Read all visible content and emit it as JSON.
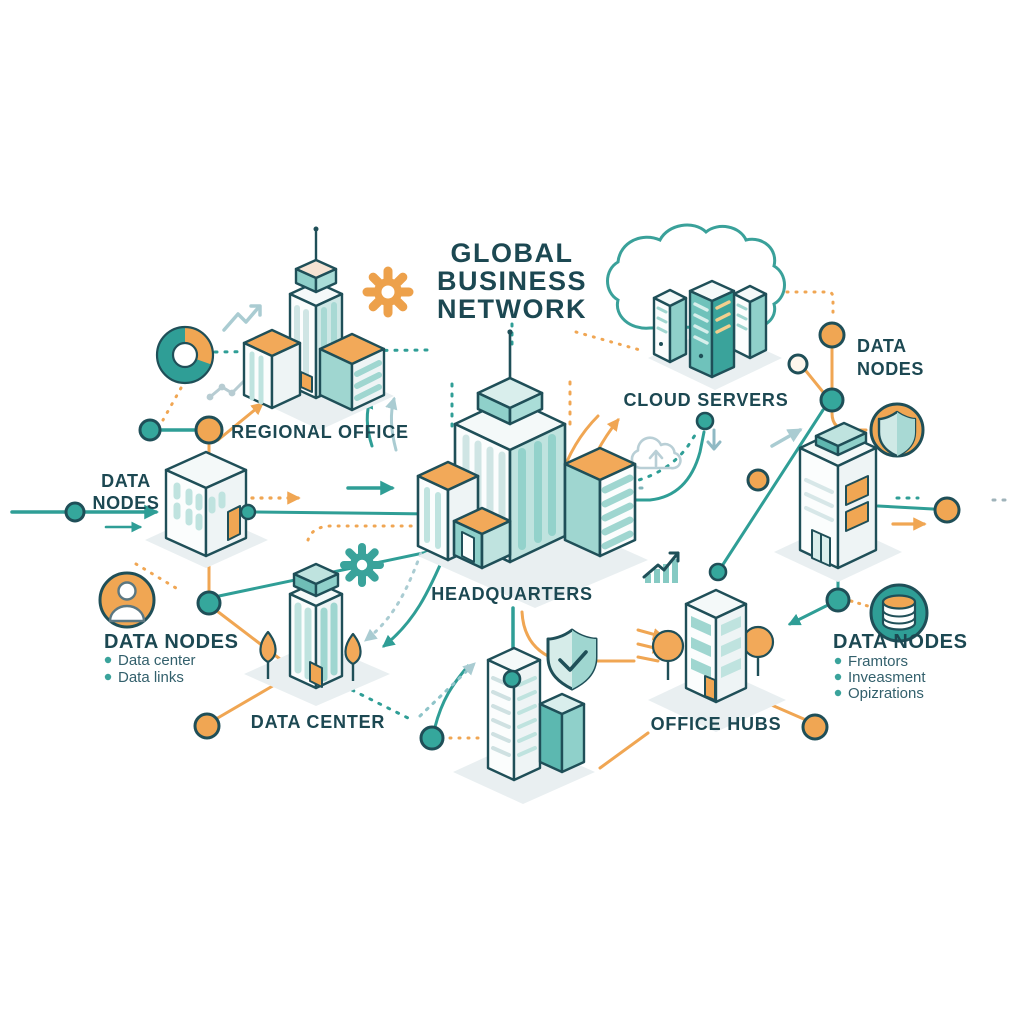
{
  "title": {
    "lines": [
      "GLOBAL",
      "BUSINESS",
      "NETWORK"
    ]
  },
  "sections": {
    "headquarters": "HEADQUARTERS",
    "regional_office": "REGIONAL OFFICE",
    "cloud_servers": "CLOUD SERVERS",
    "data_center": "DATA CENTER",
    "office_hubs": "OFFICE HUBS"
  },
  "data_nodes_top_left": {
    "lines": [
      "DATA",
      "NODES"
    ]
  },
  "data_nodes_top_right": {
    "lines": [
      "DATA",
      "NODES"
    ]
  },
  "callout_left": {
    "heading": "DATA NODES",
    "items": [
      "Data center",
      "Data links"
    ]
  },
  "callout_right": {
    "heading": "DATA NODES",
    "items": [
      "Framtors",
      "Inveasment",
      "Opizrations"
    ]
  },
  "icons": [
    "gear-icon",
    "donut-chart-icon",
    "trend-arrow-icon",
    "scatter-line-icon",
    "person-icon",
    "shield-icon",
    "shield-check-icon",
    "database-icon",
    "cloud-icon",
    "cloud-upload-icon",
    "bar-chart-icon",
    "tree-icon",
    "antenna-icon"
  ],
  "colors": {
    "teal": "#2f9e96",
    "teal_dark": "#1f4f58",
    "teal_light": "#bfe3df",
    "orange": "#f0a653",
    "text": "#1c4852",
    "platform": "#e9eff1",
    "pale_line": "#aaccd2"
  }
}
